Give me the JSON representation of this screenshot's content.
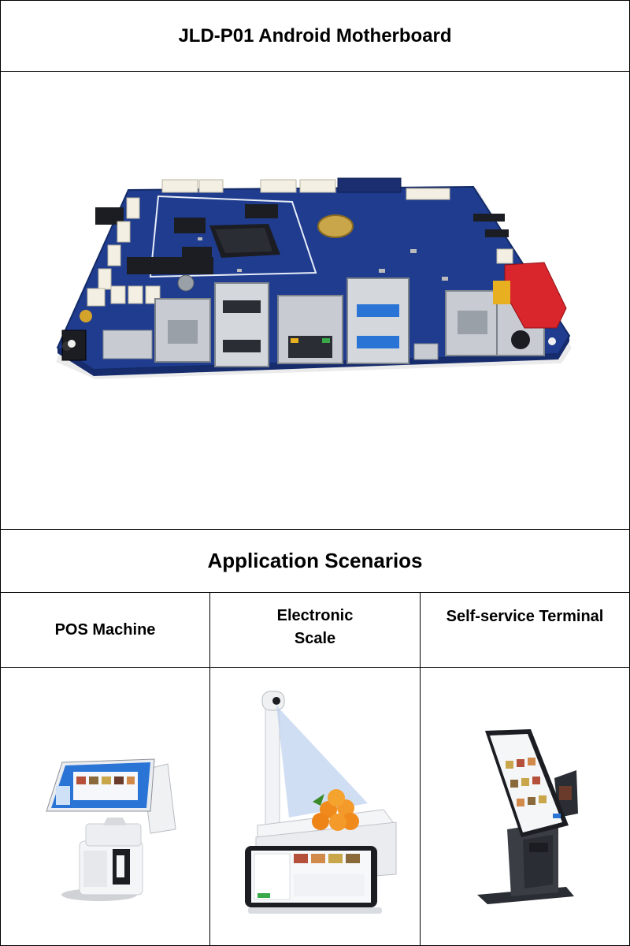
{
  "title": "JLD-P01 Android Motherboard",
  "section_heading": "Application Scenarios",
  "scenarios": [
    {
      "label": "POS Machine"
    },
    {
      "label": "Electronic\nScale"
    },
    {
      "label": "Self-service Terminal"
    }
  ],
  "colors": {
    "pcb": "#1f3c8f",
    "pcb_dark": "#162c6c",
    "connector_white": "#f3efe2",
    "metal": "#c8ccd2",
    "red_connector": "#d8262c",
    "yellow_pad": "#e8b020",
    "accent_blue": "#2a74d6"
  }
}
